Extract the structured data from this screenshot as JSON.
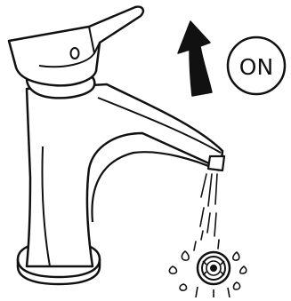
{
  "badge": {
    "label": "ON"
  },
  "icons": {
    "faucet": "basin-mixer-tap",
    "handle": "lever-handle",
    "direction_arrow": "arrow-up",
    "water": "water-stream",
    "aerator": "aerator-nozzle"
  },
  "colors": {
    "line": "#111111",
    "fill": "#ffffff",
    "arrow": "#111111"
  }
}
